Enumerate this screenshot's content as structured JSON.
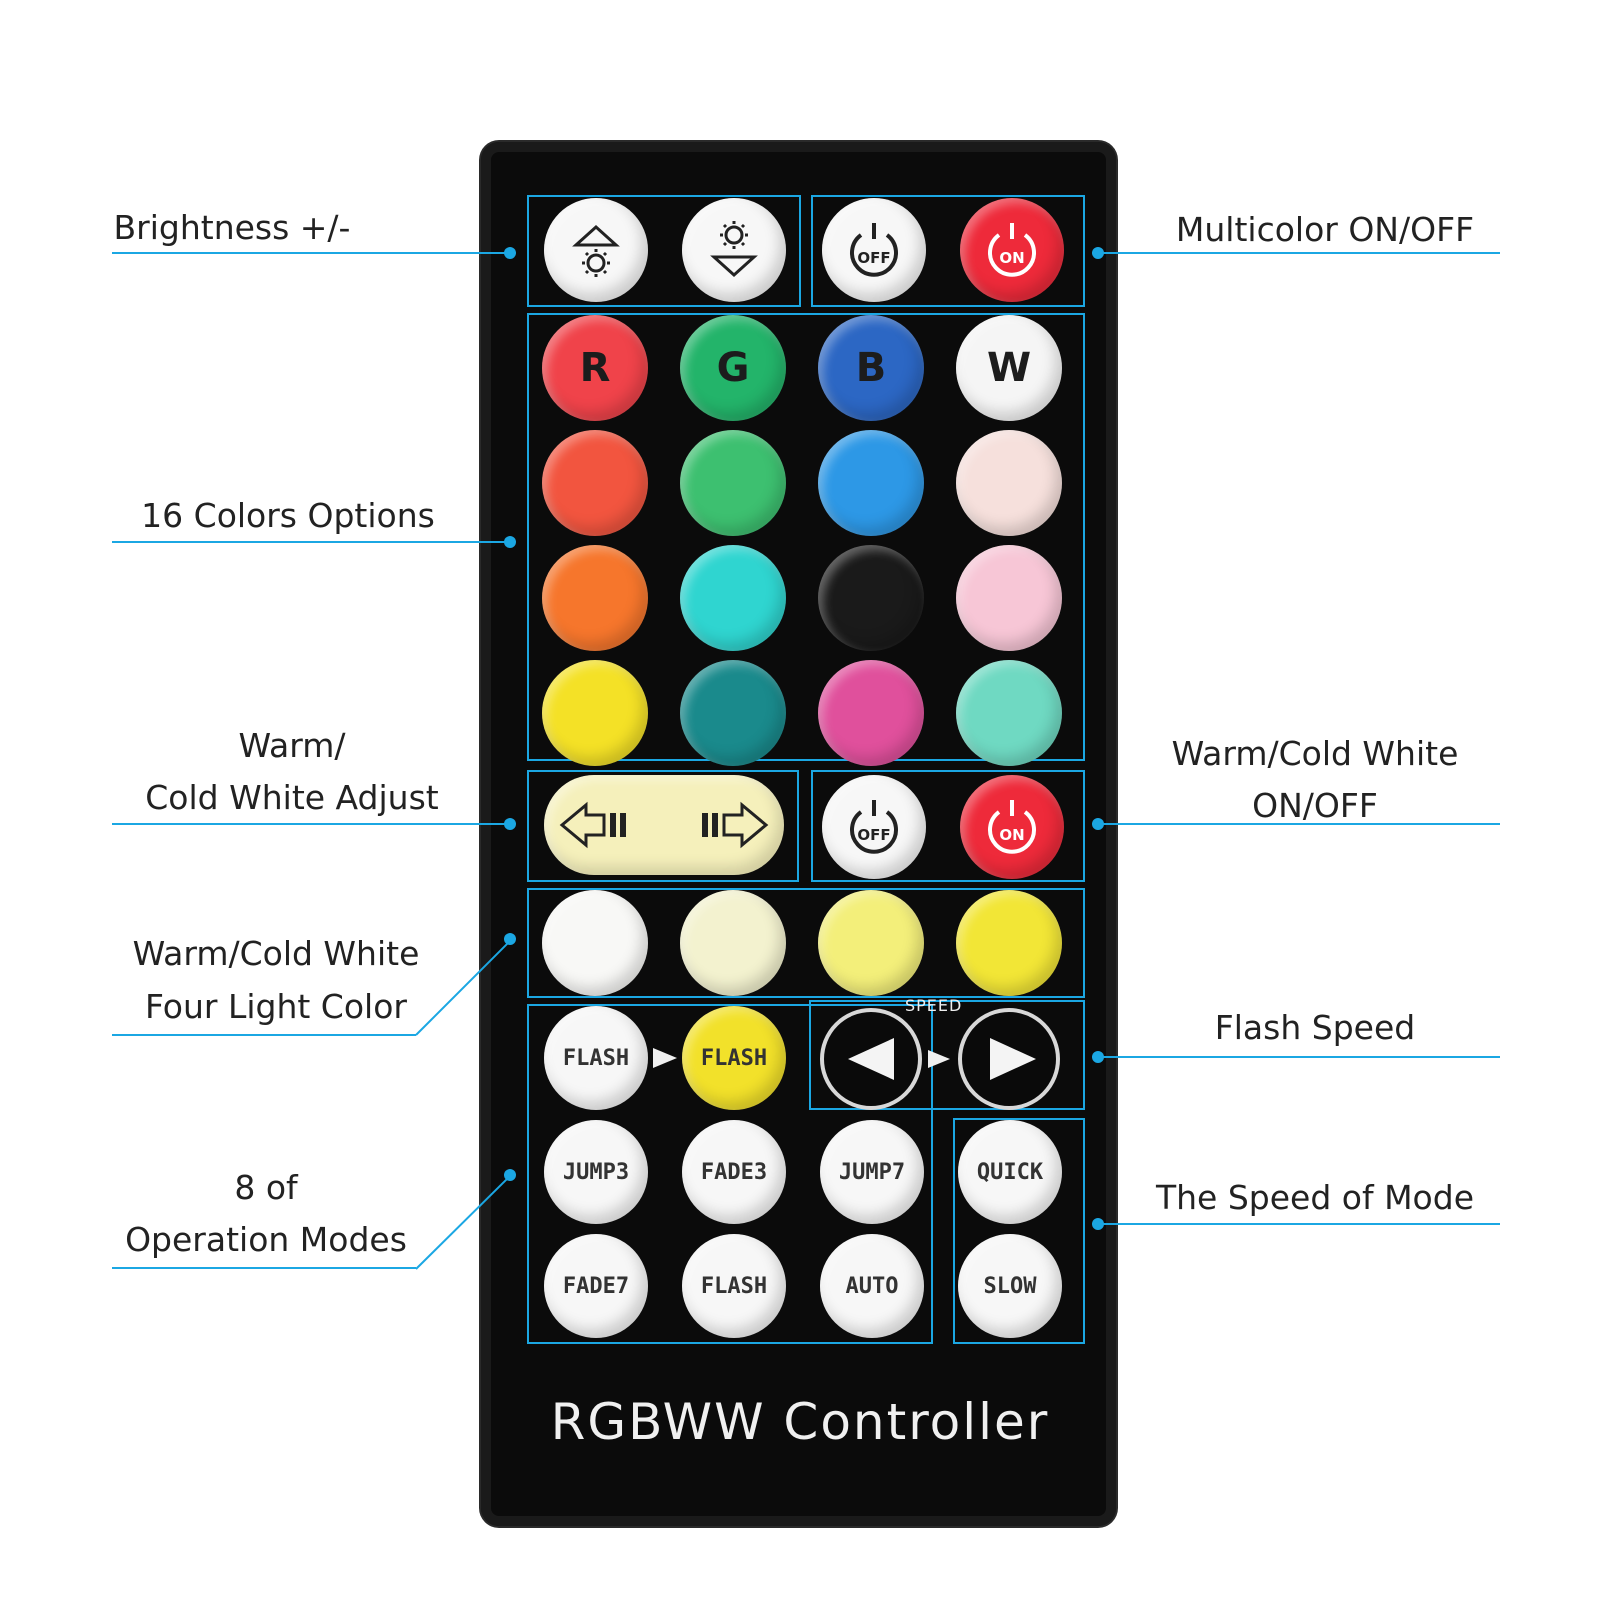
{
  "callouts": {
    "brightness": "Brightness +/-",
    "multicolor_onoff": "Multicolor ON/OFF",
    "colors16": "16 Colors Options",
    "warm_adjust_1": "Warm/",
    "warm_adjust_2": "Cold White Adjust",
    "warm_onoff_1": "Warm/Cold White",
    "warm_onoff_2": "ON/OFF",
    "four_light_1": "Warm/Cold White",
    "four_light_2": "Four Light Color",
    "flash_speed": "Flash Speed",
    "modes_1": "8 of",
    "modes_2": "Operation Modes",
    "speed_of_mode": "The Speed of Mode"
  },
  "remote": {
    "brand": "RGBWW  Controller",
    "off_label": "OFF",
    "on_label": "ON",
    "rgbw": [
      "R",
      "G",
      "B",
      "W"
    ],
    "speed_label": "SPEED",
    "flash_a": "FLASH",
    "flash_b": "FLASH",
    "modes": [
      "JUMP3",
      "FADE3",
      "JUMP7",
      "FADE7",
      "FLASH",
      "AUTO"
    ],
    "quick": "QUICK",
    "slow": "SLOW"
  },
  "colors": {
    "accent": "#1ba7e3",
    "color_buttons": [
      "#f0434a",
      "#23b46a",
      "#2c67c4",
      "#f5f5f5",
      "#f2553f",
      "#3dc070",
      "#2d98e6",
      "#f6e0dc",
      "#f6762c",
      "#2fd5d0",
      "#1a1a1a",
      "#f7c6d6",
      "#f4e126",
      "#1a8a8c",
      "#e0509c",
      "#6fd9c2"
    ],
    "four_light": [
      "#f8f8f6",
      "#f3f2cf",
      "#f3ef7a",
      "#f2e636"
    ]
  }
}
